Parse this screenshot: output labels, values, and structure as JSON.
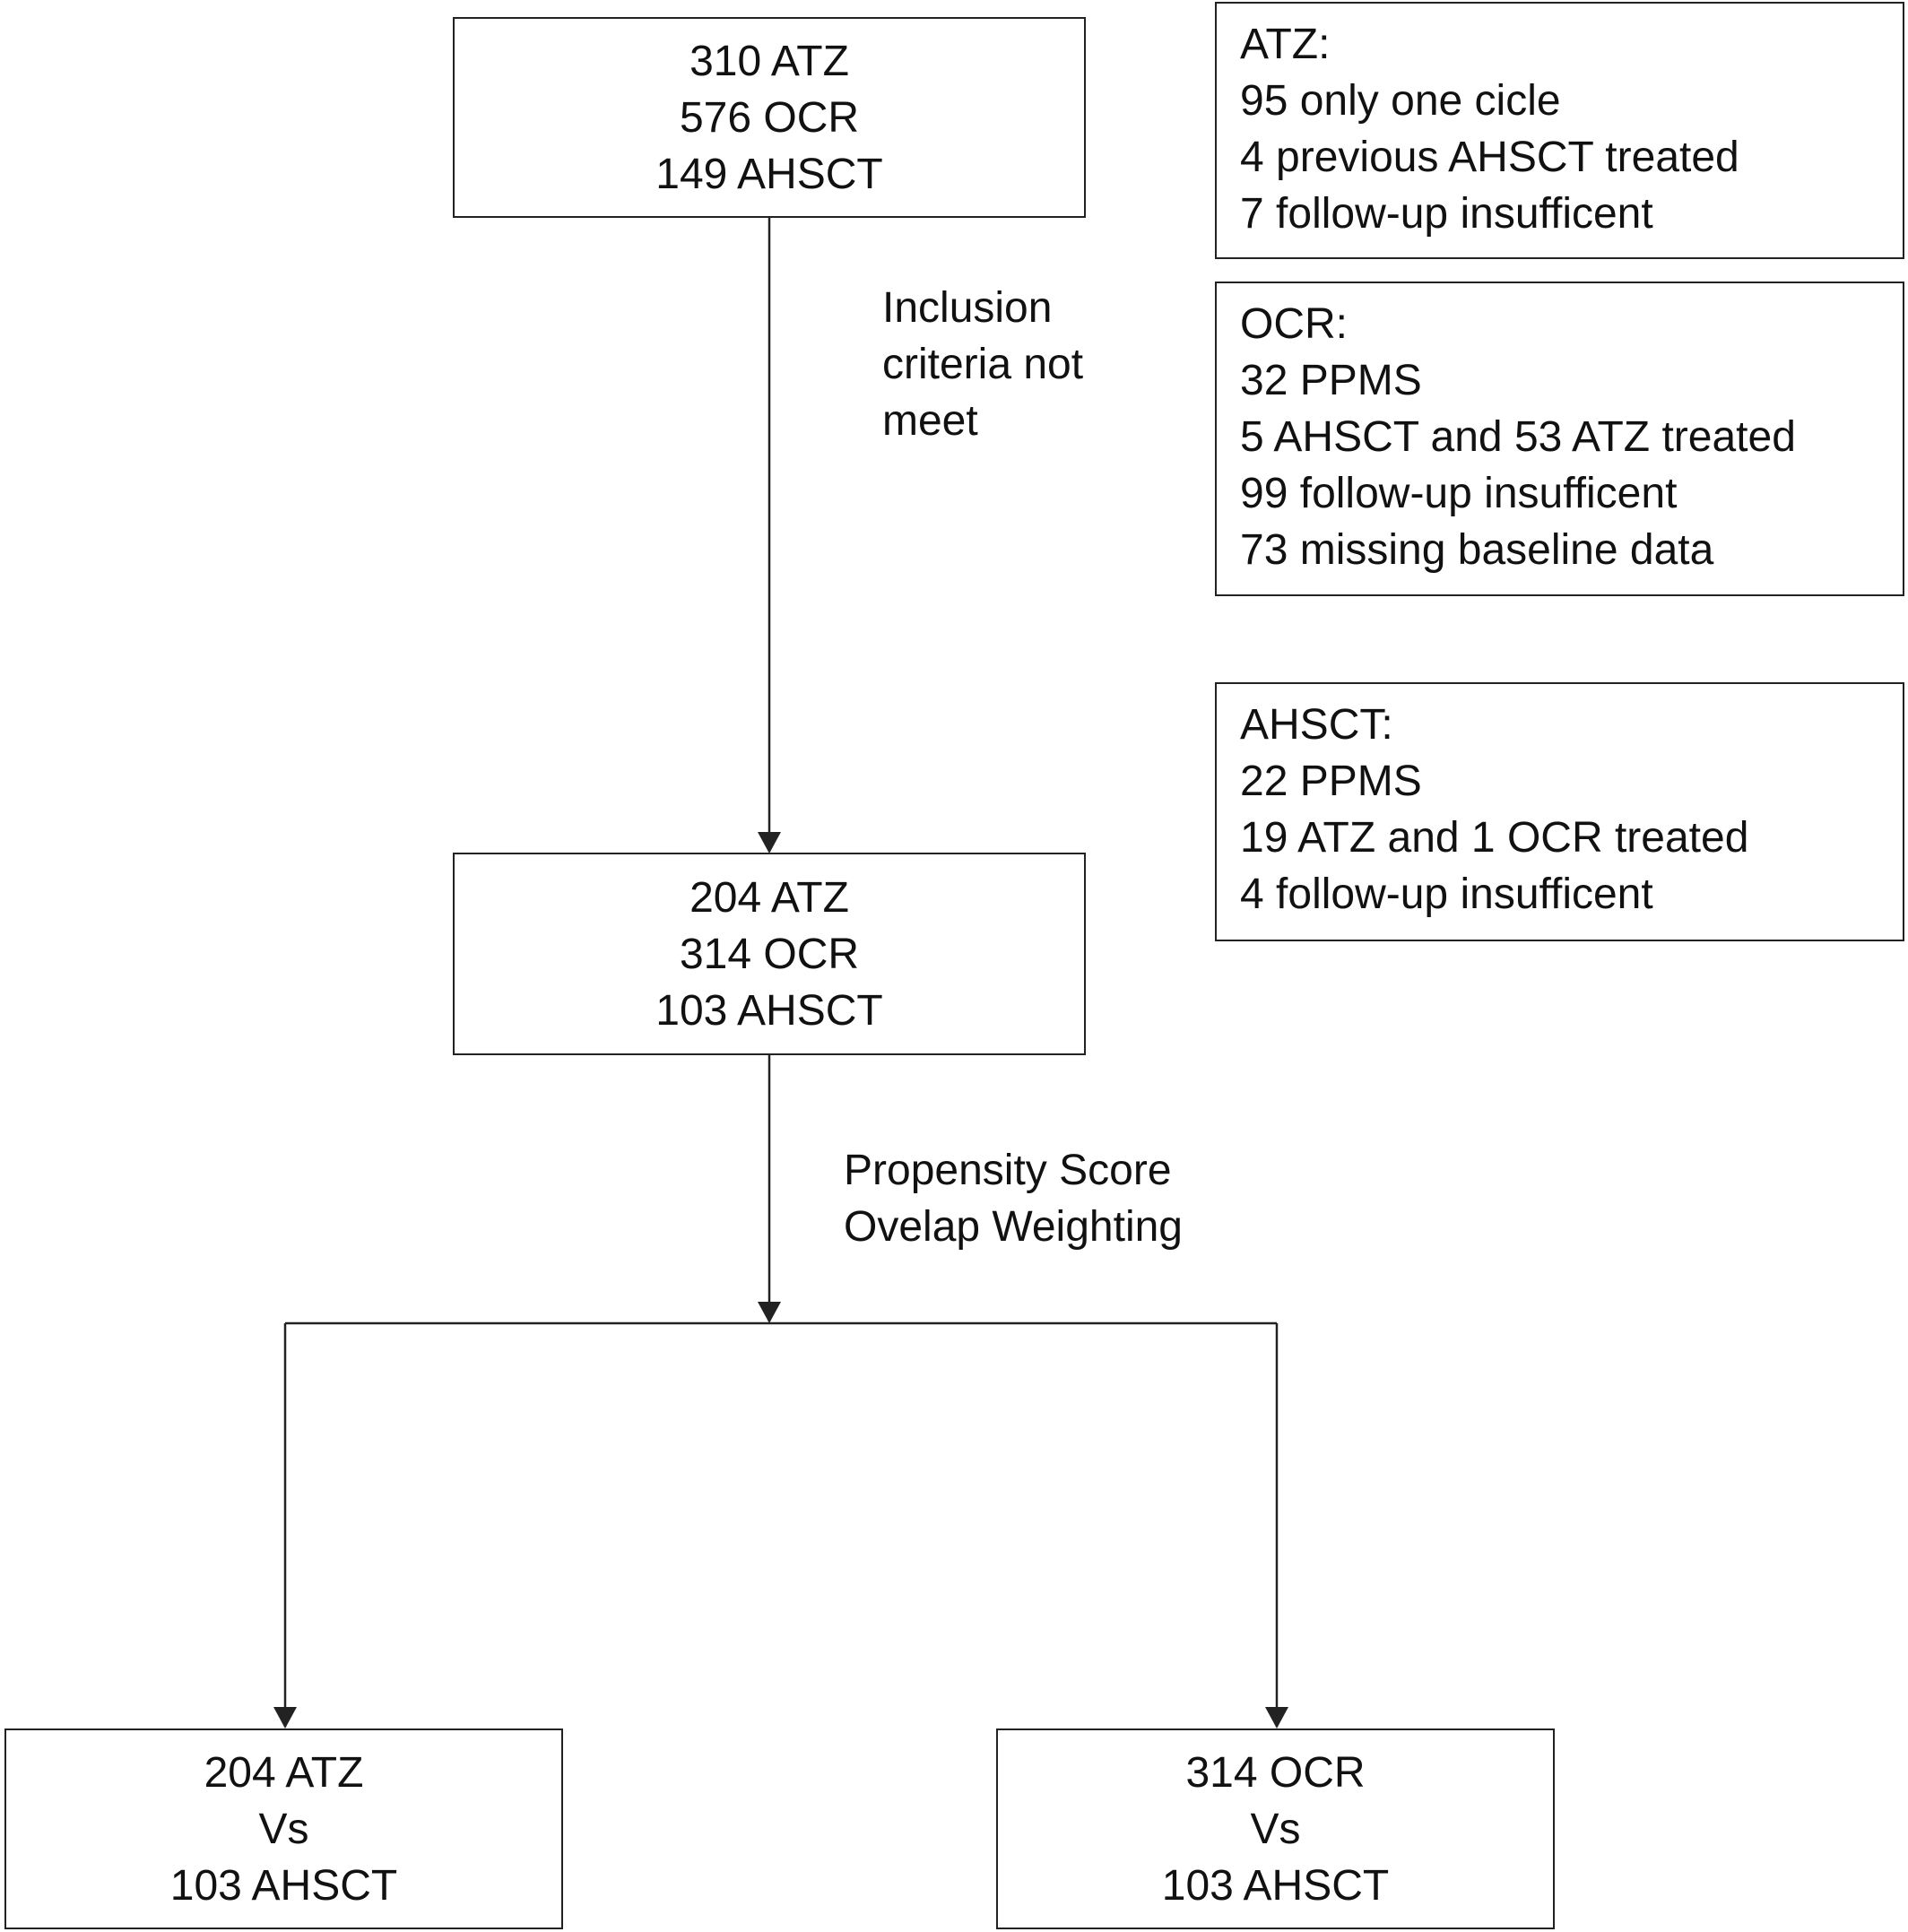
{
  "flow": {
    "top_box": {
      "lines": [
        "310 ATZ",
        "576 OCR",
        "149 AHSCT"
      ]
    },
    "step1_label": {
      "lines": [
        "Inclusion",
        "criteria not",
        "meet"
      ]
    },
    "middle_box": {
      "lines": [
        "204 ATZ",
        "314 OCR",
        "103 AHSCT"
      ]
    },
    "step2_label": {
      "lines": [
        "Propensity Score",
        "Ovelap Weighting"
      ]
    },
    "bottom_left_box": {
      "lines": [
        "204 ATZ",
        "Vs",
        "103 AHSCT"
      ]
    },
    "bottom_right_box": {
      "lines": [
        "314 OCR",
        "Vs",
        "103 AHSCT"
      ]
    }
  },
  "exclusions": {
    "atz": {
      "title": "ATZ:",
      "items": [
        "95 only one cicle",
        "4 previous AHSCT treated",
        "7 follow-up insufficent"
      ]
    },
    "ocr": {
      "title": "OCR:",
      "items": [
        "32 PPMS",
        "5 AHSCT and 53 ATZ treated",
        "99 follow-up insufficent",
        "73 missing baseline data"
      ]
    },
    "ahsct": {
      "title": "AHSCT:",
      "items": [
        "22 PPMS",
        "19 ATZ and 1 OCR treated",
        "4 follow-up insufficent"
      ]
    }
  },
  "colors": {
    "stroke": "#222222",
    "text": "#111111",
    "background": "#ffffff"
  }
}
